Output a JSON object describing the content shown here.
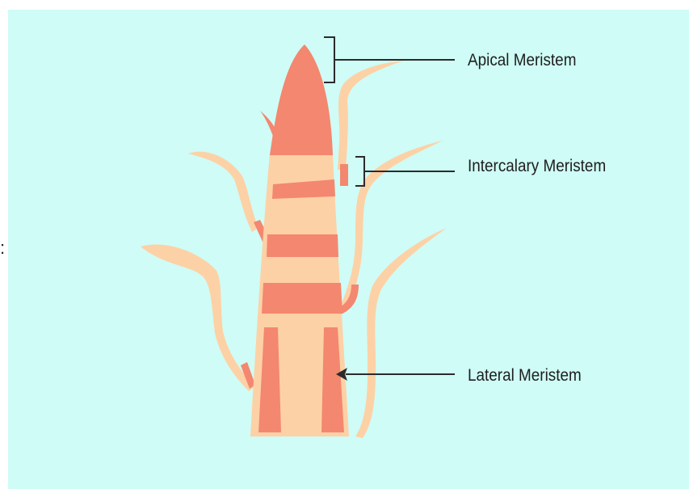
{
  "diagram": {
    "labels": {
      "apical": "Apical Meristem",
      "intercalary": "Intercalary Meristem",
      "lateral": "Lateral Meristem"
    },
    "stray_text": ":",
    "colors": {
      "background": "#cffcf6",
      "stem": "#fdd1a6",
      "meristem": "#f4876f",
      "leader": "#2b2b2b"
    }
  }
}
